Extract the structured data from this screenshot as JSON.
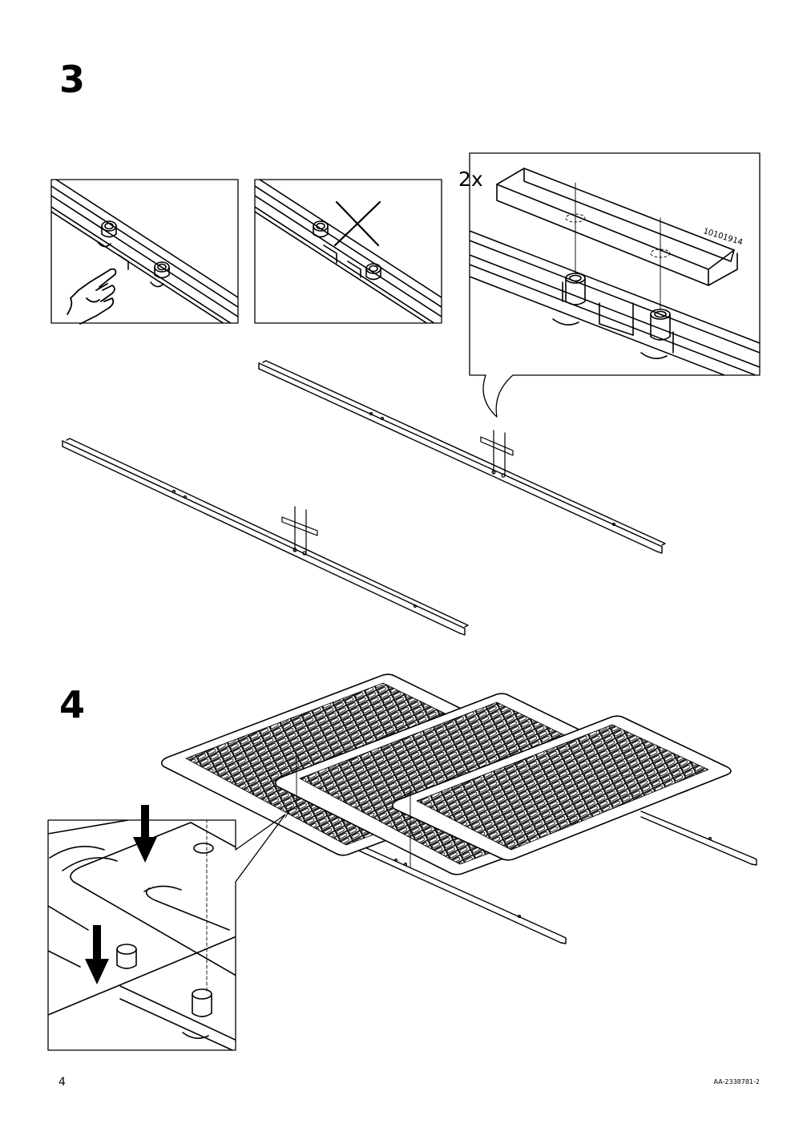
{
  "steps": [
    {
      "number": "3",
      "callout": {
        "quantity": "2x",
        "part_number": "10101914"
      }
    },
    {
      "number": "4"
    }
  ],
  "footer": {
    "page_number": "4",
    "document_code": "AA-2338781-2"
  },
  "icons": [
    "hand-pointing-icon",
    "cross-out-icon",
    "arrow-down-icon"
  ]
}
